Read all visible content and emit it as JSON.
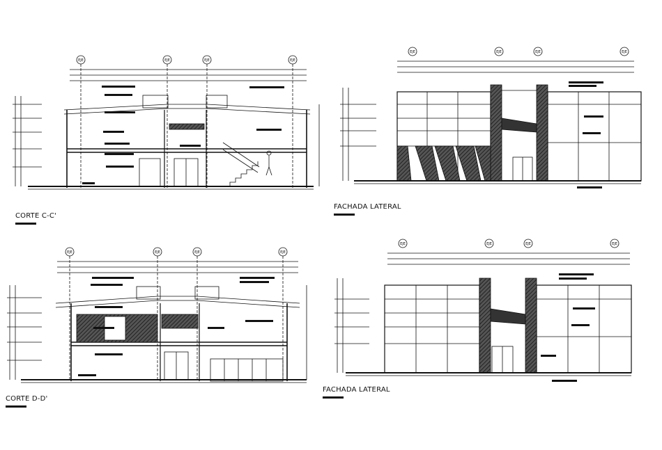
{
  "drawing": {
    "axis_tag": "EJE",
    "line_color": "#111111",
    "fill_dark": "#333333",
    "views": [
      {
        "id": "corte-cc",
        "title": "CORTE C-C'",
        "type": "section"
      },
      {
        "id": "fachada-1",
        "title": "FACHADA LATERAL",
        "type": "elevation"
      },
      {
        "id": "corte-dd",
        "title": "CORTE D-D'",
        "type": "section"
      },
      {
        "id": "fachada-2",
        "title": "FACHADA LATERAL",
        "type": "elevation"
      }
    ]
  }
}
